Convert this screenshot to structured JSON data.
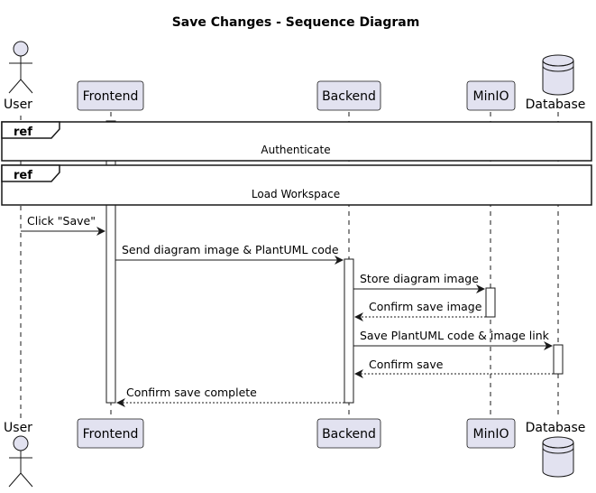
{
  "diagram": {
    "title": "Save Changes - Sequence Diagram",
    "participants": {
      "user": "User",
      "frontend": "Frontend",
      "backend": "Backend",
      "minio": "MinIO",
      "database": "Database"
    },
    "refs": [
      {
        "tag": "ref",
        "label": "Authenticate"
      },
      {
        "tag": "ref",
        "label": "Load Workspace"
      }
    ],
    "messages": [
      {
        "from": "User",
        "to": "Frontend",
        "label": "Click \"Save\"",
        "style": "solid"
      },
      {
        "from": "Frontend",
        "to": "Backend",
        "label": "Send diagram image & PlantUML code",
        "style": "solid"
      },
      {
        "from": "Backend",
        "to": "MinIO",
        "label": "Store diagram image",
        "style": "solid"
      },
      {
        "from": "MinIO",
        "to": "Backend",
        "label": "Confirm save image",
        "style": "dashed"
      },
      {
        "from": "Backend",
        "to": "Database",
        "label": "Save PlantUML code & image link",
        "style": "solid"
      },
      {
        "from": "Database",
        "to": "Backend",
        "label": "Confirm save",
        "style": "dashed"
      },
      {
        "from": "Backend",
        "to": "Frontend",
        "label": "Confirm save complete",
        "style": "dashed"
      }
    ],
    "colors": {
      "participant_fill": "#E2E2F0",
      "participant_border": "#181818",
      "lifeline": "#181818",
      "activation_fill": "#FFFFFF",
      "ref_fill": "#FFFFFF"
    }
  }
}
